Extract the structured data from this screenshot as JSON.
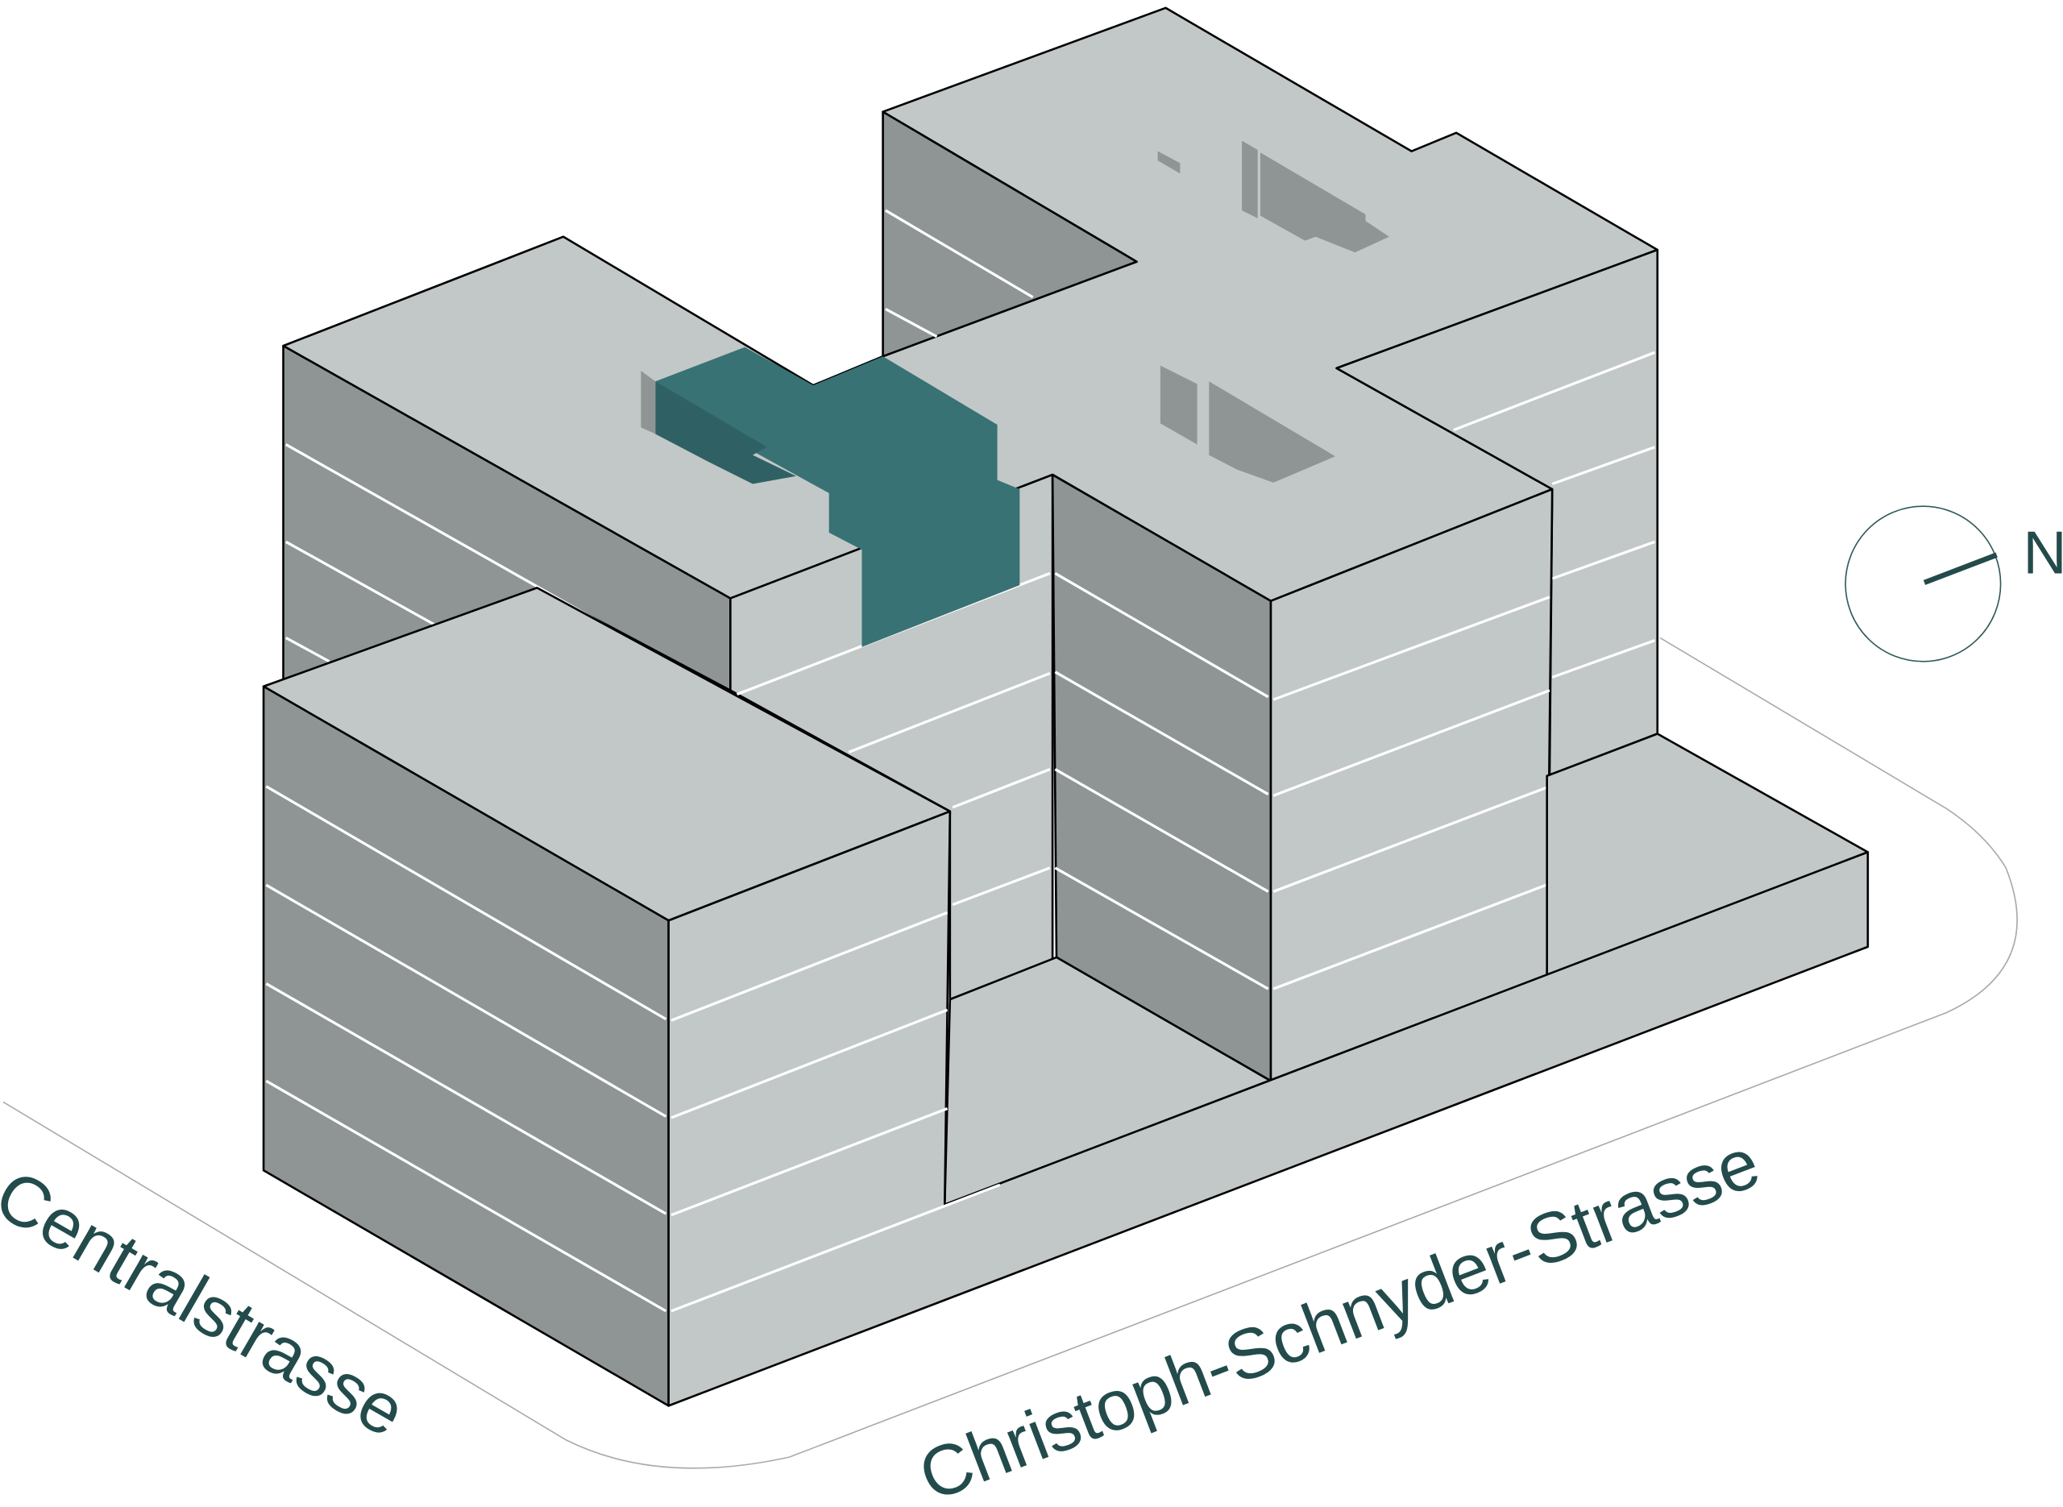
{
  "streets": {
    "left": "Centralstrasse",
    "right": "Christoph-Schnyder-Strasse"
  },
  "compass": {
    "label": "N"
  },
  "colors": {
    "roof": "#c2c8c7",
    "shadow_face": "#8f9595",
    "highlight": "#387274",
    "highlight_dark": "#2f6164",
    "text": "#234b4b"
  }
}
